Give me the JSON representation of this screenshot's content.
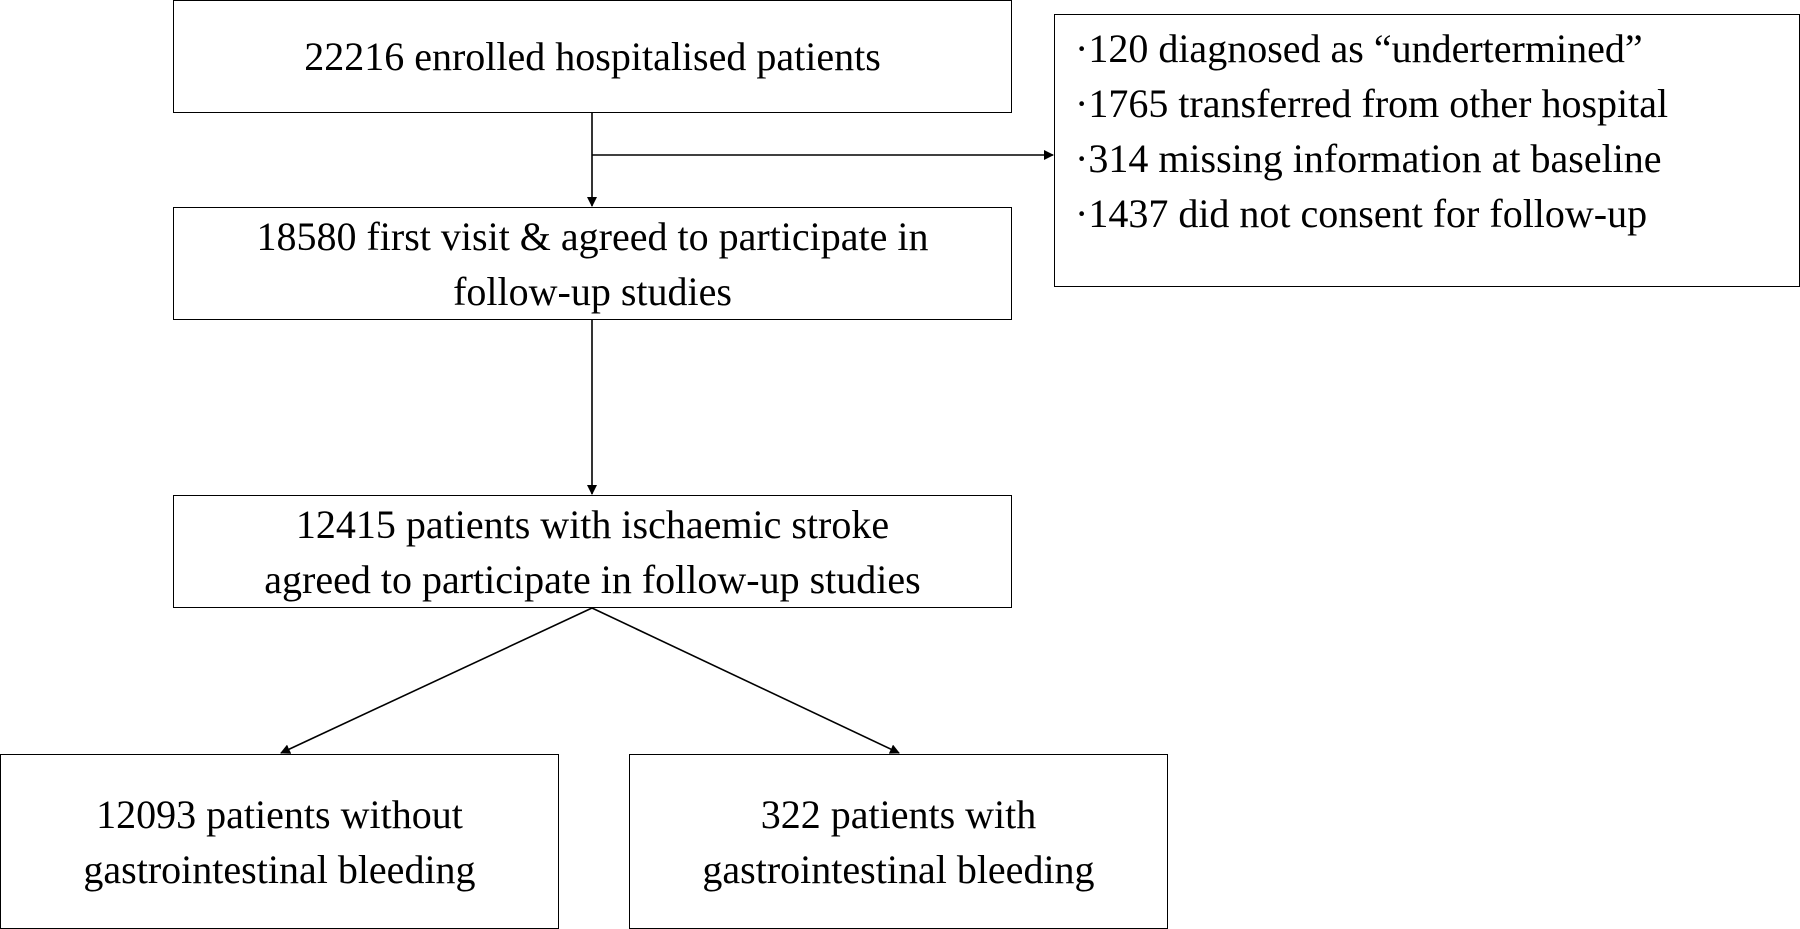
{
  "boxes": {
    "enrolled": {
      "lines": [
        "22216 enrolled hospitalised patients"
      ]
    },
    "first_visit": {
      "lines": [
        "18580 first visit & agreed to participate in",
        "follow-up studies"
      ]
    },
    "excluded": {
      "lines": [
        "·120 diagnosed as “undertermined”",
        "·1765 transferred from other hospital",
        "·314 missing  information at baseline",
        "·1437 did not consent for follow-up"
      ]
    },
    "ischaemic": {
      "lines": [
        "12415 patients with ischaemic stroke",
        "agreed to participate in follow-up studies"
      ]
    },
    "without_gi": {
      "lines": [
        "12093 patients without",
        "gastrointestinal bleeding"
      ]
    },
    "with_gi": {
      "lines": [
        "322 patients with",
        "gastrointestinal bleeding"
      ]
    }
  },
  "colors": {
    "line": "#000000",
    "background": "#ffffff"
  }
}
